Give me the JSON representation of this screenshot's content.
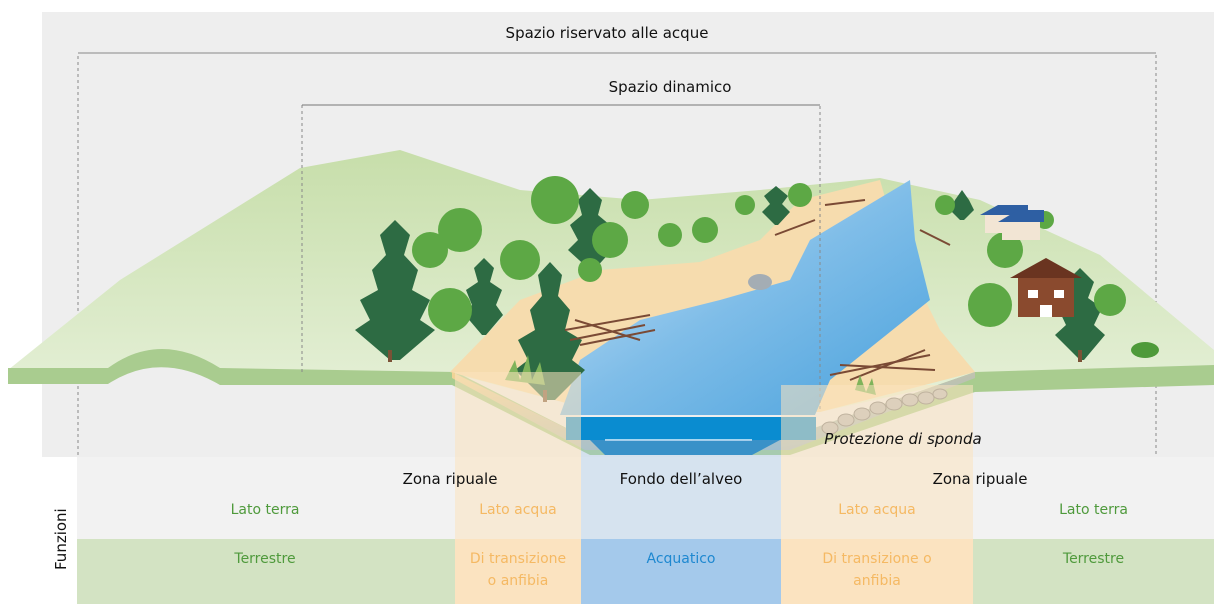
{
  "title": "Spazio riservato alle acque",
  "dynamic_space": "Spazio dinamico",
  "bank_protection": "Protezione di sponda",
  "functions_label": "Funzioni",
  "zones": {
    "riparian_left": "Zona ripuale",
    "riverbed": "Fondo dell’alveo",
    "riparian_right": "Zona ripuale"
  },
  "sides": {
    "land_left": "Lato terra",
    "water_left": "Lato acqua",
    "water_right": "Lato acqua",
    "land_right": "Lato terra"
  },
  "functions": {
    "terrestrial_left": "Terrestre",
    "transition_left_1": "Di transizione",
    "transition_left_2": "o anfibia",
    "aquatic": "Acquatico",
    "transition_right_1": "Di transizione o",
    "transition_right_2": "anfibia",
    "terrestrial_right": "Terrestre"
  },
  "colors": {
    "land_green": "#4f9a3c",
    "transition_orange": "#f5b963",
    "aquatic_blue": "#1e88d0",
    "band_green": "#d3e3c3",
    "band_orange": "#fbe3c0",
    "band_blue": "#a4c9eb"
  }
}
